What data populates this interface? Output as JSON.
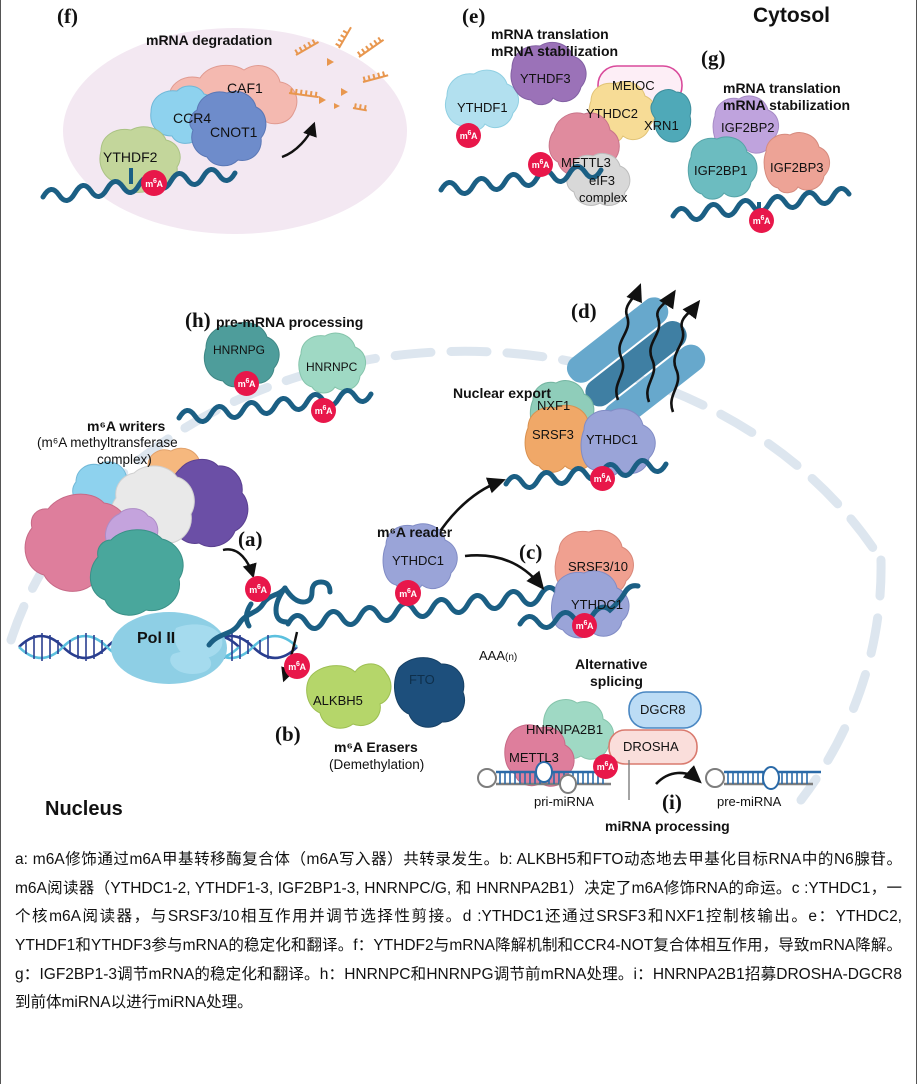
{
  "figure": {
    "title": "m6A RNA modification pathway",
    "compartments": {
      "cytosol": "Cytosol",
      "nucleus": "Nucleus"
    }
  },
  "panels": {
    "f": {
      "letter": "(f)",
      "heading": "mRNA degradation",
      "proteins": [
        "CAF1",
        "CCR4",
        "CNOT1",
        "YTHDF2"
      ],
      "marks": [
        "m6A"
      ]
    },
    "e": {
      "letter": "(e)",
      "heading_line1": "mRNA translation",
      "heading_line2": "mRNA stabilization",
      "proteins": [
        "YTHDF1",
        "YTHDF3",
        "MEIOC",
        "YTHDC2",
        "XRN1",
        "METTL3",
        "eIF3",
        "complex"
      ],
      "marks": [
        "m6A",
        "m6A"
      ]
    },
    "g": {
      "letter": "(g)",
      "heading_line1": "mRNA translation",
      "heading_line2": "mRNA stabilization",
      "proteins": [
        "IGF2BP2",
        "IGF2BP1",
        "IGF2BP3"
      ],
      "marks": [
        "m6A"
      ]
    },
    "h": {
      "letter": "(h)",
      "heading": "pre-mRNA processing",
      "proteins": [
        "HNRNPG",
        "HNRNPC"
      ],
      "marks": [
        "m6A",
        "m6A"
      ]
    },
    "d": {
      "letter": "(d)",
      "heading": "Nuclear export",
      "proteins": [
        "NXF1",
        "SRSF3",
        "YTHDC1"
      ],
      "marks": [
        "m6A"
      ]
    },
    "a": {
      "letter": "(a)",
      "heading_line1": "m⁶A writers",
      "heading_line2": "(m⁶A methyltransferase",
      "heading_line3": "complex)",
      "proteins": [
        "Pol II"
      ],
      "marks": [
        "m6A",
        "m6A",
        "m6A"
      ]
    },
    "b": {
      "letter": "(b)",
      "heading_line1": "m⁶A Erasers",
      "heading_line2": "(Demethylation)",
      "proteins": [
        "ALKBH5",
        "FTO"
      ]
    },
    "reader": {
      "heading": "m⁶A reader",
      "proteins": [
        "YTHDC1"
      ],
      "polyA": "AAA",
      "polyA_sub": "(n)"
    },
    "c": {
      "letter": "(c)",
      "heading_line1": "Alternative",
      "heading_line2": "splicing",
      "proteins": [
        "SRSF3/10",
        "YTHDC1"
      ],
      "marks": [
        "m6A"
      ]
    },
    "i": {
      "letter": "(i)",
      "heading": "miRNA processing",
      "proteins": [
        "DGCR8",
        "DROSHA",
        "HNRNPA2B1",
        "METTL3"
      ],
      "rna_left": "pri-miRNA",
      "rna_right": "pre-miRNA",
      "marks": [
        "m6A"
      ]
    }
  },
  "caption": {
    "text": "a: m6A修饰通过m6A甲基转移酶复合体（m6A写入器）共转录发生。b: ALKBH5和FTO动态地去甲基化目标RNA中的N6腺苷。m6A阅读器（YTHDC1-2, YTHDF1-3, IGF2BP1-3, HNRNPC/G, 和 HNRNPA2B1）决定了m6A修饰RNA的命运。c :YTHDC1，一个核m6A阅读器，与SRSF3/10相互作用并调节选择性剪接。d :YTHDC1还通过SRSF3和NXF1控制核输出。e：YTHDC2, YTHDF1和YTHDF3参与mRNA的稳定化和翻译。f：YTHDF2与mRNA降解机制和CCR4-NOT复合体相互作用，导致mRNA降解。g：IGF2BP1-3调节mRNA的稳定化和翻译。h：HNRNPC和HNRNPG调节前mRNA处理。i：HNRNPA2B1招募DROSHA-DGCR8到前体miRNA以进行miRNA处理。"
  },
  "colors": {
    "m6a_red": "#e8174a",
    "rna_blue": "#1b5f84",
    "degradation_bg": "#f3e8f2",
    "caf1": "#f4b9b0",
    "ccr4": "#8ed2ee",
    "cnot1": "#6e8ccb",
    "ythdf2": "#c3d69b",
    "ythdf1": "#b2e0ef",
    "ythdf3": "#9b72b8",
    "meioc": "#fdeef6",
    "ythdc2": "#f7dc96",
    "xrn1": "#4fa9b8",
    "mettl3": "#e08b9e",
    "eif3": "#d8d8d8",
    "igf2bp2": "#bfa3dd",
    "igf2bp1": "#6cbcc0",
    "igf2bp3": "#eda396",
    "hnrnpg": "#4e9d9b",
    "hnrnpc": "#9fd9c4",
    "nxf1": "#8fcdba",
    "srsf3": "#f0a868",
    "ythdc1": "#9aa4d8",
    "pore": "#67a8cc",
    "polii": "#8ecfe5",
    "alkbh5": "#b5d66a",
    "fto": "#1d4f7c",
    "srsf310": "#f0a090",
    "dgcr8": "#bcdcf5",
    "drosha": "#fadedb",
    "hnrnpa2b1": "#9fd9c4",
    "membrane": "#dde6ef",
    "degradation_frag": "#e8974f"
  }
}
